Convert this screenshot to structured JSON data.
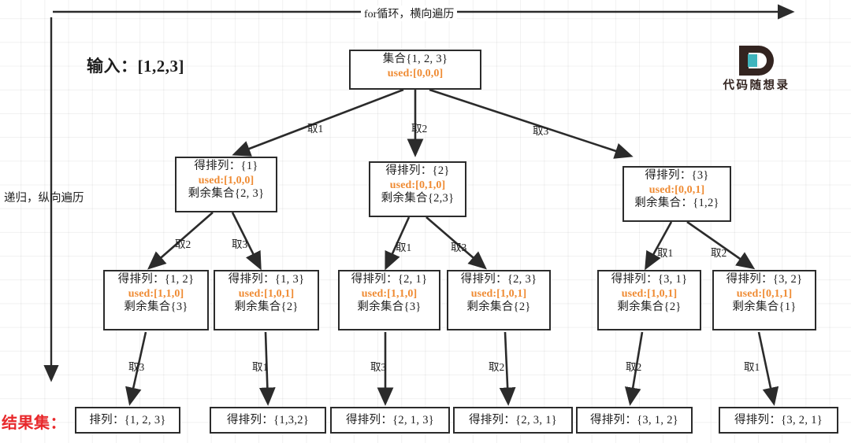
{
  "meta": {
    "title": "全排列回溯树形结构图",
    "accent_orange": "#ef8b33",
    "accent_red": "#e8282b",
    "stroke": "#2b2b2b",
    "logo_teal": "#3fb4bd"
  },
  "annotations": {
    "top_axis": "for循环，横向遍历",
    "left_axis": "递归，纵向遍历",
    "input_title": "输入：[1,2,3]",
    "result_label": "结果集："
  },
  "logo": {
    "letter": "D",
    "word": "代码随想录"
  },
  "root": {
    "line1": "集合{1, 2, 3}",
    "used": "used:[0,0,0]"
  },
  "level1": [
    {
      "line1": "得排列：{1}",
      "used": "used:[1,0,0]",
      "line3": "剩余集合{2, 3}"
    },
    {
      "line1": "得排列：{2}",
      "used": "used:[0,1,0]",
      "line3": "剩余集合{2,3}"
    },
    {
      "line1": "得排列：{3}",
      "used": "used:[0,0,1]",
      "line3": "剩余集合：{1,2}"
    }
  ],
  "level2": [
    {
      "line1": "得排列：{1, 2}",
      "used": "used:[1,1,0]",
      "line3": "剩余集合{3}"
    },
    {
      "line1": "得排列：{1, 3}",
      "used": "used:[1,0,1]",
      "line3": "剩余集合{2}"
    },
    {
      "line1": "得排列：{2, 1}",
      "used": "used:[1,1,0]",
      "line3": "剩余集合{3}"
    },
    {
      "line1": "得排列：{2, 3}",
      "used": "used:[1,0,1]",
      "line3": "剩余集合{2}"
    },
    {
      "line1": "得排列：{3, 1}",
      "used": "used:[1,0,1]",
      "line3": "剩余集合{2}"
    },
    {
      "line1": "得排列：{3, 2}",
      "used": "used:[0,1,1]",
      "line3": "剩余集合{1}"
    }
  ],
  "level3": [
    {
      "line1": "排列：{1, 2, 3}"
    },
    {
      "line1": "得排列：{1,3,2}"
    },
    {
      "line1": "得排列：{2, 1, 3}"
    },
    {
      "line1": "得排列：{2, 3, 1}"
    },
    {
      "line1": "得排列：{3, 1, 2}"
    },
    {
      "line1": "得排列：{3, 2, 1}"
    }
  ],
  "edge_labels": {
    "l1": [
      "取1",
      "取2",
      "取3"
    ],
    "l2": [
      "取2",
      "取3",
      "取1",
      "取3",
      "取1",
      "取2"
    ],
    "l3": [
      "取3",
      "取1",
      "取3",
      "取2",
      "取2",
      "取1"
    ]
  }
}
